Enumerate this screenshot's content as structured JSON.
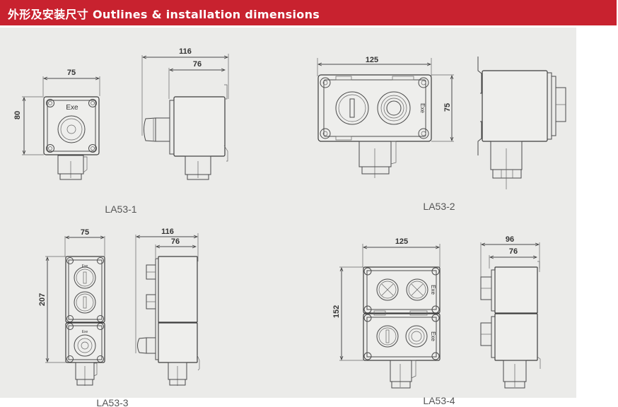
{
  "header": {
    "title": "外形及安装尺寸 Outlines &  installation dimensions",
    "background_color": "#c8222f",
    "text_color": "#ffffff"
  },
  "panel": {
    "background_color": "#ebebe9"
  },
  "models": [
    {
      "id": "LA53-1",
      "caption": "LA53-1",
      "front_view": {
        "width_label": "75",
        "height_label": "80",
        "marking": "Exe"
      },
      "side_view": {
        "overall_label": "116",
        "body_label": "76"
      }
    },
    {
      "id": "LA53-2",
      "caption": "LA53-2",
      "front_view": {
        "width_label": "125",
        "height_label": "75",
        "marking": "Exe"
      },
      "side_view": {}
    },
    {
      "id": "LA53-3",
      "caption": "LA53-3",
      "front_view": {
        "width_label": "75",
        "height_label": "207",
        "marking": "Exe"
      },
      "side_view": {
        "overall_label": "116",
        "body_label": "76"
      }
    },
    {
      "id": "LA53-4",
      "caption": "LA53-4",
      "front_view": {
        "width_label": "125",
        "height_label": "152",
        "marking": "Exe"
      },
      "side_view": {
        "overall_label": "96",
        "body_label": "76"
      }
    }
  ]
}
